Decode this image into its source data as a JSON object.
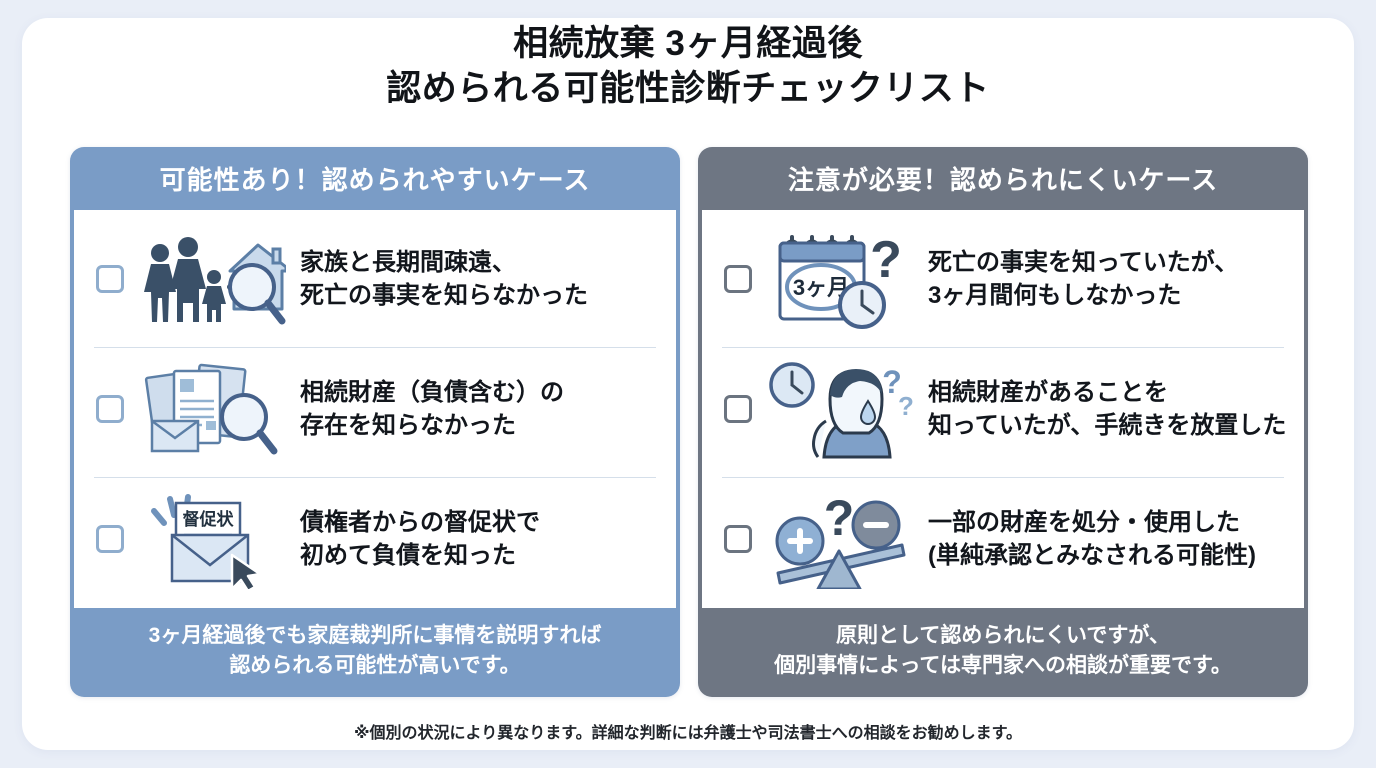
{
  "title": {
    "line1": "相続放棄 3ヶ月経過後",
    "line2": "認められる可能性診断チェックリスト"
  },
  "colors": {
    "page_background": "#e9eef7",
    "card_background": "#ffffff",
    "good_panel": "#7a9cc6",
    "bad_panel": "#6e7683",
    "good_checkbox_border": "#8fadcd",
    "bad_checkbox_border": "#6b7480",
    "divider": "#d5dfea",
    "title_text": "#111418",
    "icon_dark": "#3a5068",
    "icon_light": "#c8d8ea"
  },
  "panels": [
    {
      "id": "good",
      "header": "可能性あり！認められやすいケース",
      "items": [
        {
          "icon": "family-house-magnifier-icon",
          "text_lines": [
            "家族と長期間疎遠、",
            "死亡の事実を知らなかった"
          ]
        },
        {
          "icon": "documents-envelope-magnifier-icon",
          "text_lines": [
            "相続財産（負債含む）の",
            "存在を知らなかった"
          ]
        },
        {
          "icon": "demand-letter-envelope-cursor-icon",
          "letter_label": "督促状",
          "text_lines": [
            "債権者からの督促状で",
            "初めて負債を知った"
          ]
        }
      ],
      "footer_lines": [
        "3ヶ月経過後でも家庭裁判所に事情を説明すれば",
        "認められる可能性が高いです。"
      ]
    },
    {
      "id": "bad",
      "header": "注意が必要！認められにくいケース",
      "items": [
        {
          "icon": "calendar-clock-question-icon",
          "calendar_label": "3ヶ月",
          "text_lines": [
            "死亡の事実を知っていたが、",
            "3ヶ月間何もしなかった"
          ]
        },
        {
          "icon": "worried-person-clock-question-icon",
          "text_lines": [
            "相続財産があることを",
            "知っていたが、手続きを放置した"
          ]
        },
        {
          "icon": "seesaw-plus-minus-question-icon",
          "text_lines": [
            "一部の財産を処分・使用した",
            "(単純承認とみなされる可能性)"
          ]
        }
      ],
      "footer_lines": [
        "原則として認められにくいですが、",
        "個別事情によっては専門家への相談が重要です。"
      ]
    }
  ],
  "note": "※個別の状況により異なります。詳細な判断には弁護士や司法書士への相談をお勧めします。"
}
